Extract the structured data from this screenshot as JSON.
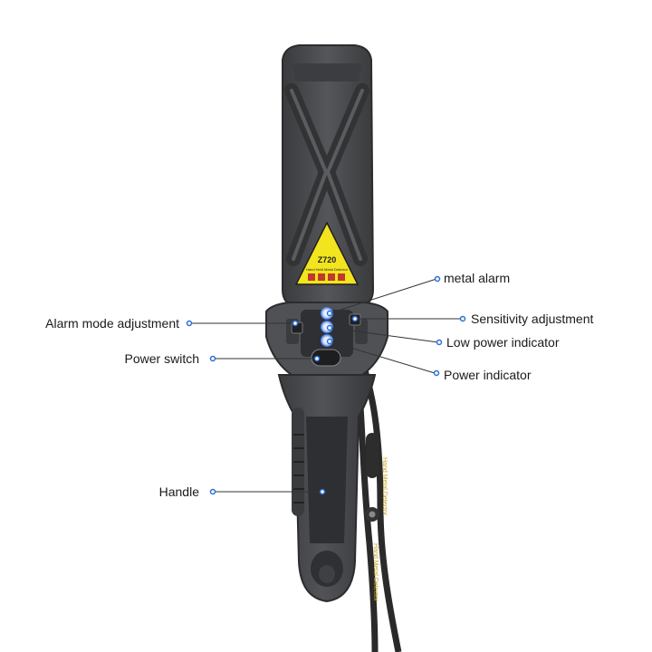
{
  "product": {
    "model": "Z720",
    "subtitle": "Hand Held Metal Detector",
    "strap_text": "Hand Metal Detector"
  },
  "callouts": {
    "metal_alarm": "metal alarm",
    "sensitivity_adjustment": "Sensitivity adjustment",
    "low_power_indicator": "Low power indicator",
    "power_indicator": "Power indicator",
    "alarm_mode_adjustment": "Alarm mode adjustment",
    "power_switch": "Power switch",
    "handle": "Handle"
  },
  "colors": {
    "body": "#4a4b4d",
    "body_dark": "#2f3032",
    "body_light": "#6a6b6d",
    "warning_yellow": "#f2e41f",
    "led_blue": "#2f6fe0",
    "leader_line": "#333333",
    "marker": "#2a6fd6",
    "strap": "#2a2a2a",
    "strap_text": "#c9a21a"
  }
}
